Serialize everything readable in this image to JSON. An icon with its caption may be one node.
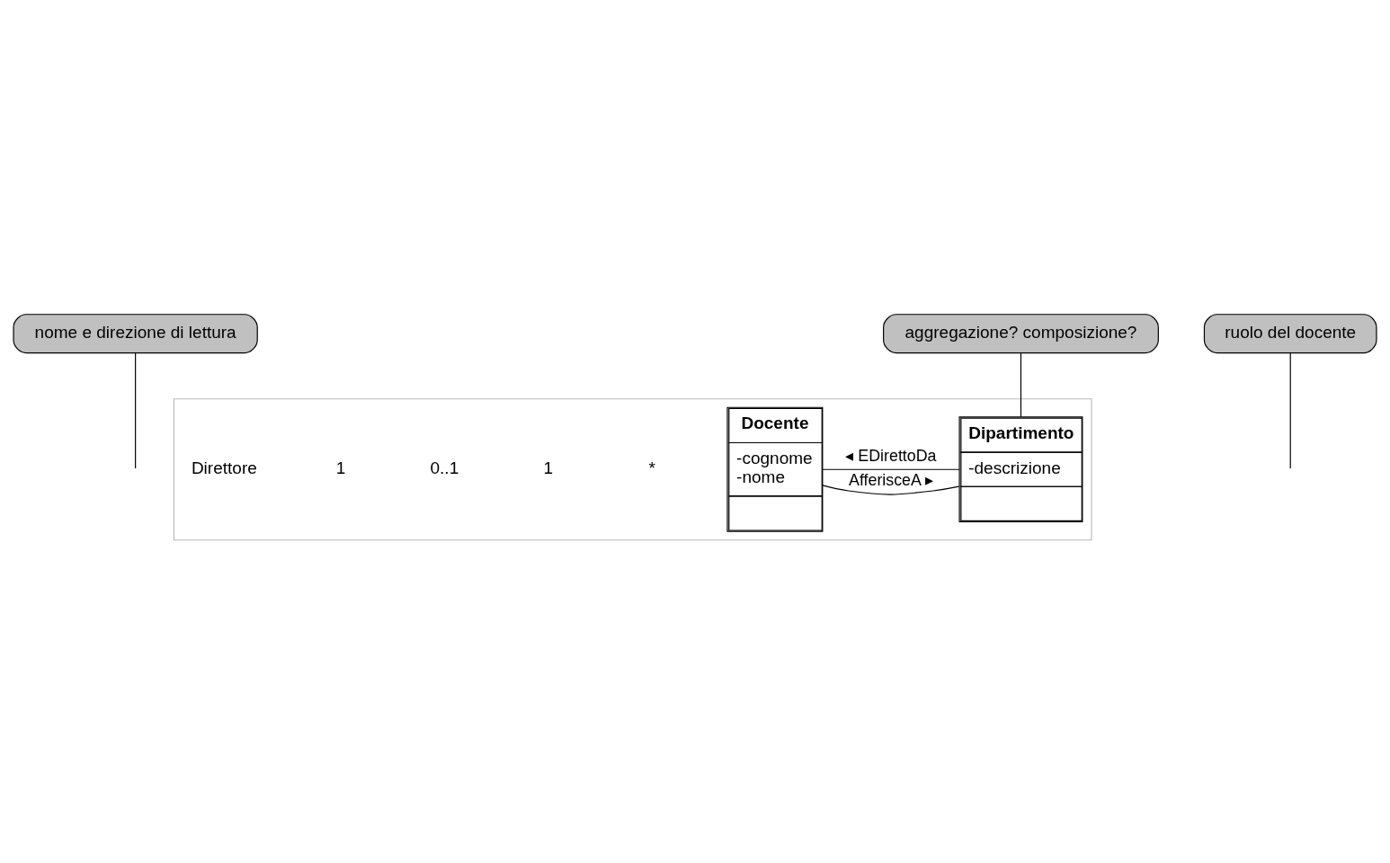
{
  "diagram": {
    "nodes": [
      {
        "text": [
          "nome e direzione di lettura"
        ]
      },
      {
        "text": [
          "aggregazione? composizione?"
        ]
      },
      {
        "text": [],
        "shape": "box"
      },
      {
        "text": [
          "Docente",
          "-cognome",
          "-nome"
        ],
        "in": 2
      },
      {
        "text": [
          "Dipartimento",
          "-descrizione"
        ],
        "in": 2
      },
      {
        "text": [
          "ruolo del docente"
        ]
      }
    ],
    "edges": [
      {
        "from": 3,
        "to": 4,
        "arrow": "none",
        "label": "AfferisceA ▸"
      },
      {
        "from": 3,
        "to": 4,
        "arrow": "none",
        "label": "◂ EDirettoDa"
      },
      {
        "from": 0,
        "to": null,
        "arrow": "none"
      },
      {
        "from": 1,
        "to": 4,
        "arrow": "none"
      },
      {
        "from": 5,
        "to": null,
        "arrow": "none"
      }
    ],
    "labels": [
      "*",
      "1",
      "0..1",
      "1",
      "Direttore"
    ]
  }
}
